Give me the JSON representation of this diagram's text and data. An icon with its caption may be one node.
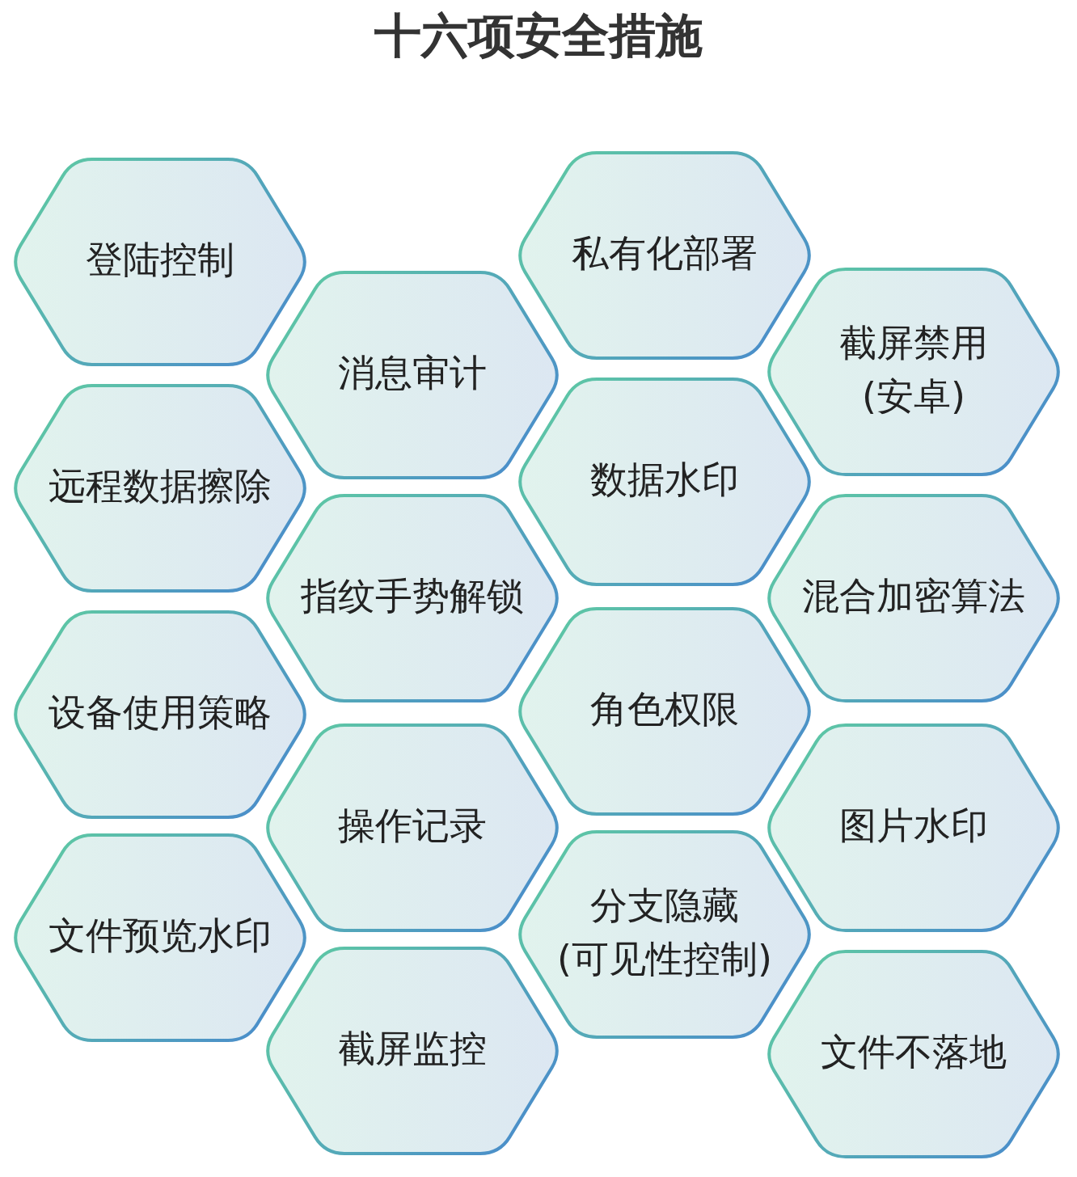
{
  "diagram": {
    "title": "十六项安全措施",
    "nodes": [
      {
        "text": [
          "登陆控制"
        ]
      },
      {
        "text": [
          "消息审计"
        ]
      },
      {
        "text": [
          "私有化部署"
        ]
      },
      {
        "text": [
          "截屏禁用(安卓)"
        ]
      },
      {
        "text": [
          "远程数据擦除"
        ]
      },
      {
        "text": [
          "指纹手势解锁"
        ]
      },
      {
        "text": [
          "数据水印"
        ]
      },
      {
        "text": [
          "混合加密算法"
        ]
      },
      {
        "text": [
          "设备使用策略"
        ]
      },
      {
        "text": [
          "操作记录"
        ]
      },
      {
        "text": [
          "角色权限"
        ]
      },
      {
        "text": [
          "图片水印"
        ]
      },
      {
        "text": [
          "文件预览水印"
        ]
      },
      {
        "text": [
          "截屏监控"
        ]
      },
      {
        "text": [
          "分支隐藏(可见性控制)"
        ]
      },
      {
        "text": [
          "文件不落地"
        ]
      }
    ]
  }
}
